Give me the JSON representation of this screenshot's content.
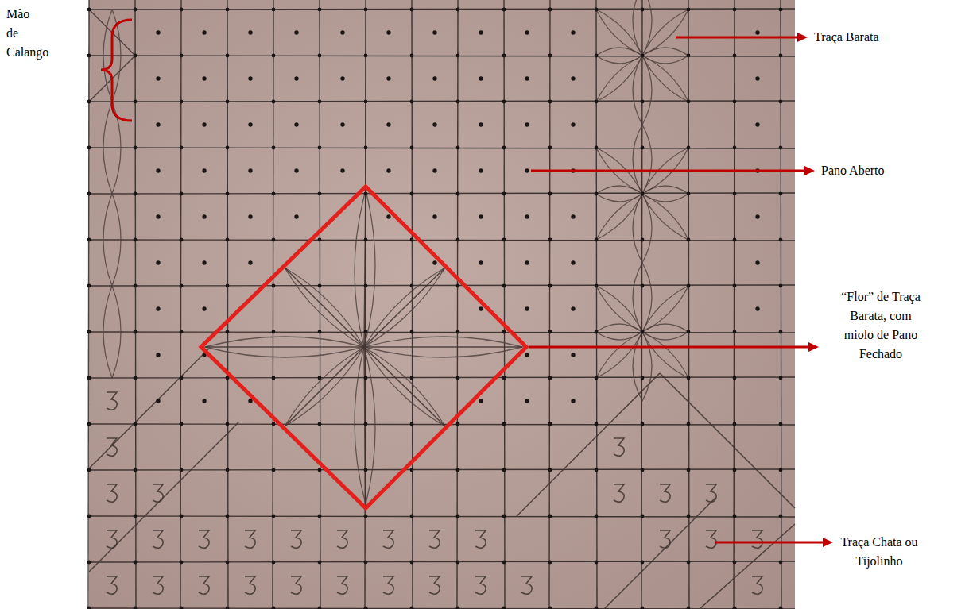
{
  "diagram": {
    "labels": [
      "Mão de Calango",
      "Traça Barata",
      "Pano Aberto",
      "“Flor” de Traça Barata, com miolo de Pano Fechado",
      "Traça Chata ou Tijolinho"
    ]
  }
}
